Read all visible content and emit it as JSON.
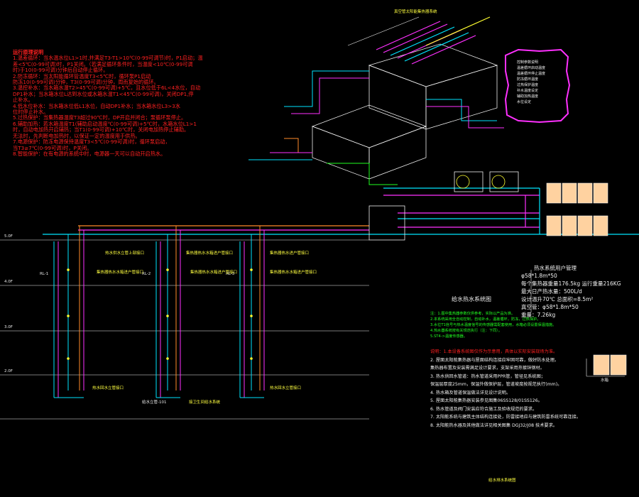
{
  "left_notes": {
    "heading": "运行原理说明",
    "lines": [
      "1.温差循环：当水温水位L1>1时,并满足T3-T1>10℃(0-99可调节)时，P1启动；温",
      "差<5℃(0-99可调)时，P1关闭。（若满足循环条件时，当温度<10℃(0-99可调",
      "时)于10(0-99可调)分钟后自动停止循环。",
      "2.防冻循环：当太阳能循环管温度T3<5℃时，循环泵P1启动",
      "防冻10(0-99可调)分钟，T3(0-99可调)分钟，周而复始的循环。",
      "3.温控补水：当水箱水温T2>45℃(0-99可调)+5℃，且水位低于6L<4水位，自动",
      "DP1补水；当水箱水位L达到水位或水箱水温T1<45℃(0-99可调)，关闭DP1,停",
      "止补水。",
      "4.低水位补水：当水箱水位低L1水位，自动DP1补水；当水箱水位L3>3水",
      "位时停止补水。",
      "5.过热保护：当集热器温度T3超过90℃时，DP开启并闭合；泵循环泵停止。",
      "6.辅助加热：若水箱温度T1(辅助启动温度℃(0-99可调)+5℃时，水箱水位L1>1",
      "时，自动电加热开启辅热；当T1(0-99可调)+10℃时，关闭电加热停止辅助。",
      "无法时，先判断电加热时，以保证一定的温度用于供热。",
      "7.电源保护：防冻电源保持温度T3<5℃(0-99可调)时，循环泵启动，",
      "当T3≥7℃(0-99可调)时，P关闭。",
      "8.智能保护：在有电源的系统中时，电源器一天可以自动开启热水。"
    ]
  },
  "right_info": {
    "heading": "热水系统用户管理",
    "lines": [
      "φ58*1.8m*50",
      "每个集热器重量176.5kg  运行重量216KG",
      "最大日产热水量：500L/d",
      "设计温升70℃  总面积=8.5m²",
      "真空管：φ58*1.8m*50",
      "重量：7.26kg"
    ]
  },
  "system_label": "给水热水系统图",
  "green_notes": [
    "注：1.图中集热器参数仅供参考，实际以产品为准。",
    "2.本系统采用全自动控制，自动补水，温差循环，防冻，过热保护。",
    "3.水位T1信号与热水温度信号的传感器需配套使用，水箱必须设置保温措施。",
    "4.热水器系统按有关规范执行（注：下同）。",
    "5.ST4->温度传感器。"
  ],
  "white_notes_header": "说明：1.本设备系统图仅作为示意用，具体以实际安装现场为准。",
  "white_notes": [
    "2. 屋面太阳能集热器与屋面结构连接应牢固可靠，做好防水处理。",
    "   集热器布置及安装需满足设计要求，支架采用热镀锌钢材。",
    "3. 热水供回水管道：热水管道采用PPR管，管径见系统图；",
    "   保温层厚度25mm，保温外做保护层，管道坡度按规范执行(mm)。",
    "4. 热水箱及管道保温做法详见设计说明。",
    "5. 屋面太阳能集热器安装参见图集06SS128/01SS126。",
    "6. 热水管道及阀门安装应符合施工及验收规范的要求。",
    "7. 太阳能系统与建筑主体结构连接处，防雷接地应与建筑防雷系统可靠连接。",
    "8. 太阳能热水器及其他做法详见相关图集 DGJ32/J08 技术要求。"
  ],
  "top_right_box": {
    "title": "控制参数说明",
    "lines": [
      "温差循环启动温度",
      "温差循环停止温度",
      "防冻循环温度",
      "过热保护温度",
      "补水温度设定",
      "辅助加热温度",
      "水位设定"
    ]
  },
  "diagram_labels": {
    "top_title": "真空管太阳能集热器系统",
    "rl1": "RL-1",
    "rl2": "RL-2",
    "rl3": "RL-3",
    "riser_note1": "热水供水立管上部接口",
    "riser_note2": "集热器热水水箱进户管接口",
    "riser_note3": "集热器热水进户管接口",
    "riser_note4": "热水回水立管接口",
    "floor1": "5.0F",
    "floor2": "4.0F",
    "floor3": "3.0F",
    "floor4": "2.0F",
    "bottom_label1": "给水立管-101",
    "bottom_label2": "接卫生间给水系统",
    "bottom_label3": "热水回水立管接口",
    "tank_label": "水箱",
    "bottom_title": "给水排水系统图"
  },
  "colors": {
    "background": "#000000",
    "red": "#ff2020",
    "green": "#20ff20",
    "cyan": "#00e5ff",
    "magenta": "#ff30ff",
    "yellow": "#ffff30",
    "orange": "#ff8a2a",
    "white": "#f0f0f0"
  }
}
